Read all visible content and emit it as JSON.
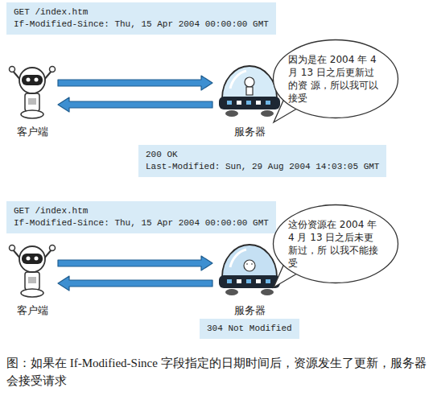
{
  "diagram": {
    "caption": "图：如果在 If-Modified-Since 字段指定的日期时间后，资源发生了更新，服务器会接受请求",
    "nodes": [
      {
        "text": [
          "GET /index.htm",
          "If-Modified-Since: Thu, 15 Apr 2004 00:00:00 GMT"
        ]
      },
      {
        "text": [
          "因为是在 2004 年 4 月 13 日之后更新过的资 源，所以我可以接受"
        ]
      },
      {
        "text": [
          "客户端"
        ]
      },
      {
        "text": [
          "服务器"
        ]
      },
      {
        "text": [
          "200 OK",
          "Last-Modified: Sun, 29 Aug 2004 14:03:05 GMT"
        ]
      },
      {
        "text": [
          "GET /index.htm",
          "If-Modified-Since: Thu, 15 Apr 2004 00:00:00 GMT"
        ]
      },
      {
        "text": [
          "这份资源在 2004 年 4 月 13 日之后未更新过，所 以我不能接受"
        ]
      },
      {
        "text": [
          "客户端"
        ]
      },
      {
        "text": [
          "服务器"
        ]
      },
      {
        "text": [
          "304 Not Modified"
        ]
      }
    ],
    "edges": [
      {
        "from": 2,
        "to": 3,
        "arrow": "to"
      },
      {
        "from": 3,
        "to": 2,
        "arrow": "to"
      },
      {
        "from": 7,
        "to": 8,
        "arrow": "to"
      },
      {
        "from": 8,
        "to": 7,
        "arrow": "to"
      }
    ]
  }
}
